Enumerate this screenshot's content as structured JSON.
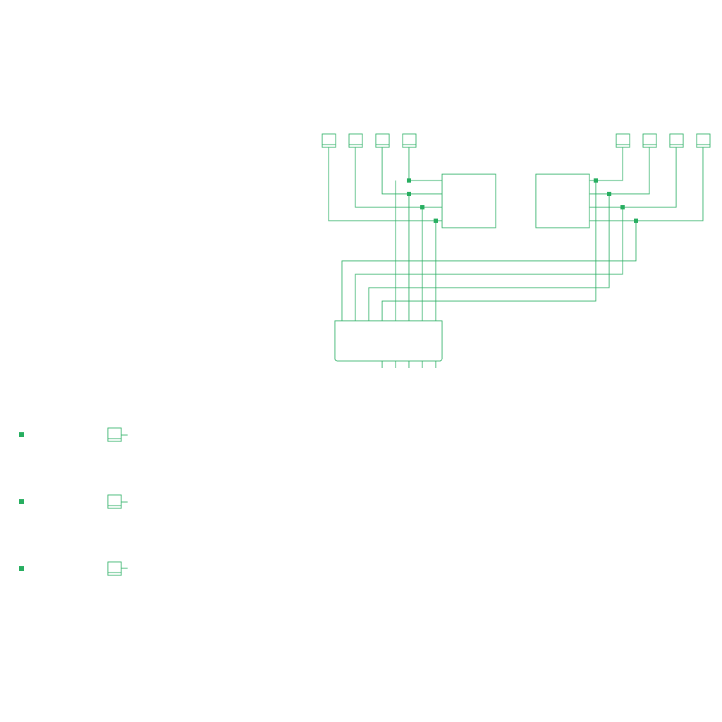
{
  "diagram": {
    "type": "schematic",
    "style": {
      "line_color": "#27ae60",
      "background": "#ffffff"
    },
    "components": [
      {
        "id": "in-term-1",
        "icon": "terminal-icon"
      },
      {
        "id": "in-term-2",
        "icon": "terminal-icon"
      },
      {
        "id": "in-term-3",
        "icon": "terminal-icon"
      },
      {
        "id": "in-term-4",
        "icon": "terminal-icon"
      },
      {
        "id": "out-term-1",
        "icon": "terminal-icon"
      },
      {
        "id": "out-term-2",
        "icon": "terminal-icon"
      },
      {
        "id": "out-term-3",
        "icon": "terminal-icon"
      },
      {
        "id": "out-term-4",
        "icon": "terminal-icon"
      },
      {
        "id": "block-left",
        "icon": "block-icon"
      },
      {
        "id": "block-right",
        "icon": "block-icon"
      },
      {
        "id": "bus-block",
        "icon": "bus-block-icon"
      }
    ],
    "legend": [
      {
        "marker": "junction-icon",
        "symbol": "terminal-icon"
      },
      {
        "marker": "junction-icon",
        "symbol": "terminal-icon"
      },
      {
        "marker": "junction-icon",
        "symbol": "terminal-icon"
      }
    ]
  }
}
